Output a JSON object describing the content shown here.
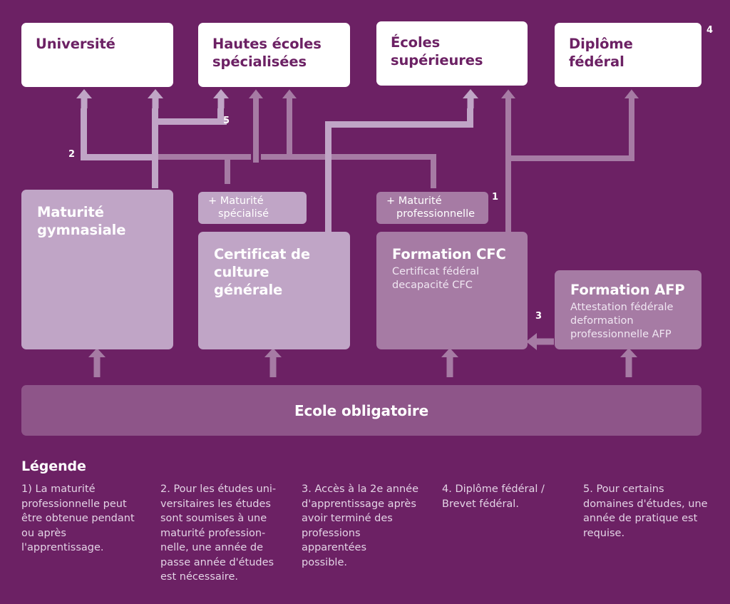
{
  "colors": {
    "background": "#6c2164",
    "box_white": "#ffffff",
    "box_light": "#c0a5c6",
    "box_medium": "#a67ba4",
    "bar_bottom": "#8e5589",
    "text_on_white": "#6c2164",
    "text_on_purple": "#ffffff",
    "legend_text": "#e3d3e5"
  },
  "tertiary_level": {
    "boxes": [
      {
        "label": "Université",
        "note": ""
      },
      {
        "label": "Hautes écoles\nspécialisées",
        "note": ""
      },
      {
        "label": "Écoles\nsupérieures",
        "note": ""
      },
      {
        "label": "Diplôme fédéral",
        "note": "4"
      }
    ]
  },
  "secondary_level": {
    "maturite_gymnasiale": {
      "title": "Maturité\ngymnasiale",
      "subtitle": ""
    },
    "certificat_culture_generale": {
      "title": "Certificat de\nculture générale",
      "subtitle": ""
    },
    "formation_cfc": {
      "title": "Formation CFC",
      "subtitle": "Certificat fédéral\ndecapacité CFC"
    },
    "formation_afp": {
      "title": "Formation AFP",
      "subtitle": "Attestation fédérale\ndeformation\nprofessionnelle AFP"
    },
    "chips": [
      {
        "text": "+ Maturité\nspécialisé",
        "note": ""
      },
      {
        "text": "+ Maturité\nprofessionnelle",
        "note": "1"
      }
    ]
  },
  "compulsory_school": {
    "label": "Ecole obligatoire"
  },
  "connector_notes": [
    {
      "id": "note-2",
      "label": "2"
    },
    {
      "id": "note-5",
      "label": "5"
    },
    {
      "id": "note-3",
      "label": "3"
    }
  ],
  "legend": {
    "title": "Légende",
    "items": [
      "1) La maturité\nprofessionnelle peut\nêtre obtenue pendant\nou après\nl'apprentissage.",
      "2. Pour les études uni-\nversitaires les études\nsont soumises à une\nmaturité profession-\nnelle, une année de\npasse année d'études\nest nécessaire.",
      "3. Accès à la 2e année\nd'apprentissage après\navoir terminé des\nprofessions\napparentées\npossible.",
      "4. Diplôme fédéral /\nBrevet fédéral.",
      "5. Pour certains\ndomaines d'études, une\nannée de pratique est\nrequise."
    ]
  }
}
